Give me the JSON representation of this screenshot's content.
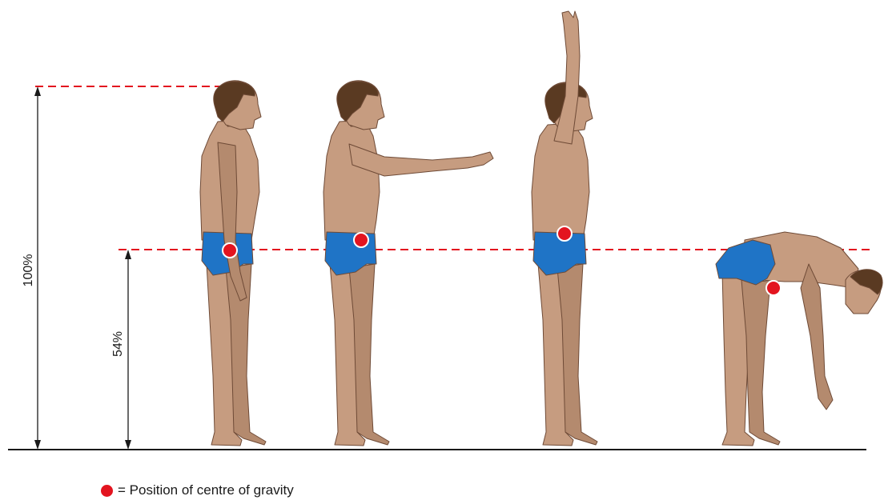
{
  "labels": {
    "full_height": "100%",
    "cog_height": "54%"
  },
  "legend": {
    "marker_icon": "red-dot-icon",
    "text": "= Position of centre of gravity"
  },
  "figures": [
    {
      "pose": "standing, arms at sides"
    },
    {
      "pose": "standing, arm raised forward"
    },
    {
      "pose": "standing, arm raised overhead"
    },
    {
      "pose": "bent forward at the hips"
    }
  ],
  "colors": {
    "skin": "#c69c80",
    "skin_shadow": "#a97e63",
    "hair": "#5a3a22",
    "briefs": "#1f74c6",
    "cog_marker": "#e3141f",
    "guide_line": "#e3141f",
    "ink": "#1a1a1a"
  }
}
